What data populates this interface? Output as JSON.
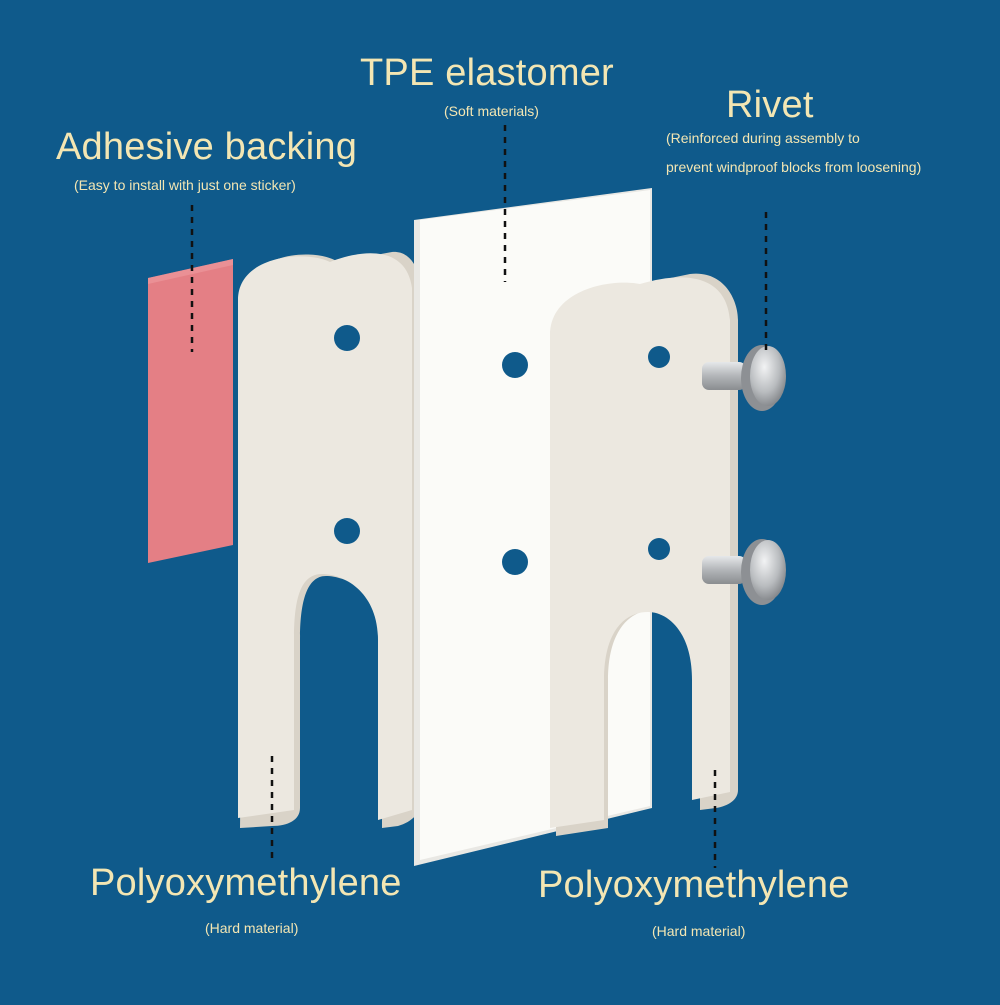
{
  "labels": {
    "tpe": {
      "title": "TPE elastomer",
      "subtitle": "(Soft materials)"
    },
    "adhesive": {
      "title": "Adhesive backing",
      "subtitle": "(Easy to install with just one sticker)"
    },
    "rivet": {
      "title": "Rivet",
      "subtitle_line1": "(Reinforced during assembly to",
      "subtitle_line2": "prevent windproof blocks from loosening)"
    },
    "pom_left": {
      "title": "Polyoxymethylene",
      "subtitle": "(Hard material)"
    },
    "pom_right": {
      "title": "Polyoxymethylene",
      "subtitle": "(Hard material)"
    }
  },
  "colors": {
    "background": "#0f5a8b",
    "label_text": "#f3e6b3",
    "adhesive": "#e47f85",
    "hard_material": "#ece8e0",
    "soft_material": "#fbfbf8",
    "rivet_metal": "#b9bcbf"
  }
}
